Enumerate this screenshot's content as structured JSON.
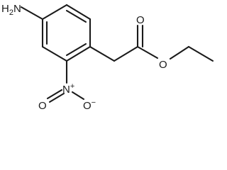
{
  "molecule": {
    "atoms": {
      "amine": {
        "element": "H",
        "subscript": "2",
        "label_tail": "N"
      },
      "nitro_nitrogen": {
        "element": "N",
        "charge": "+"
      },
      "nitro_oxygen_double": {
        "element": "O"
      },
      "nitro_oxygen_single": {
        "element": "O",
        "charge": "−"
      },
      "carbonyl_oxygen": {
        "element": "O"
      },
      "ester_oxygen": {
        "element": "O"
      }
    }
  }
}
